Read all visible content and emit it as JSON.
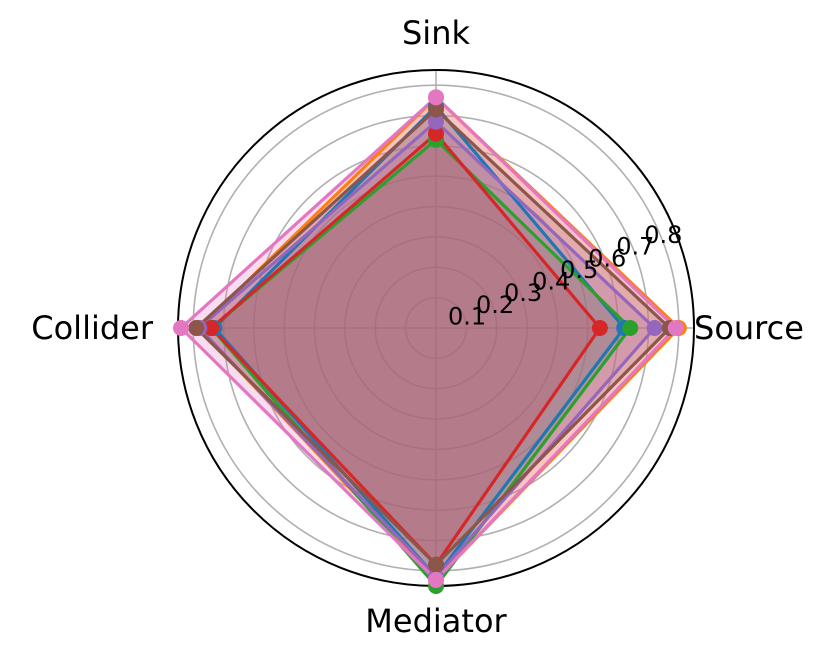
{
  "chart_data": {
    "type": "radar",
    "axes": [
      "Source",
      "Sink",
      "Collider",
      "Mediator"
    ],
    "r_ticks": [
      0.1,
      0.2,
      0.3,
      0.4,
      0.5,
      0.6,
      0.7,
      0.8
    ],
    "r_tick_labels": [
      "0.1",
      "0.2",
      "0.3",
      "0.4",
      "0.5",
      "0.6",
      "0.7",
      "0.8"
    ],
    "rlim": [
      0,
      0.85
    ],
    "grid": true,
    "legend": false,
    "series": [
      {
        "color": "#1f77b4",
        "values": [
          0.62,
          0.73,
          0.73,
          0.82
        ]
      },
      {
        "color": "#ff7f0e",
        "values": [
          0.8,
          0.76,
          0.78,
          0.83
        ]
      },
      {
        "color": "#2ca02c",
        "values": [
          0.64,
          0.62,
          0.74,
          0.85
        ]
      },
      {
        "color": "#d62728",
        "values": [
          0.54,
          0.64,
          0.74,
          0.78
        ]
      },
      {
        "color": "#9467bd",
        "values": [
          0.72,
          0.68,
          0.78,
          0.82
        ]
      },
      {
        "color": "#8c564b",
        "values": [
          0.77,
          0.72,
          0.79,
          0.78
        ]
      },
      {
        "color": "#e377c2",
        "values": [
          0.79,
          0.76,
          0.84,
          0.83
        ]
      }
    ]
  }
}
